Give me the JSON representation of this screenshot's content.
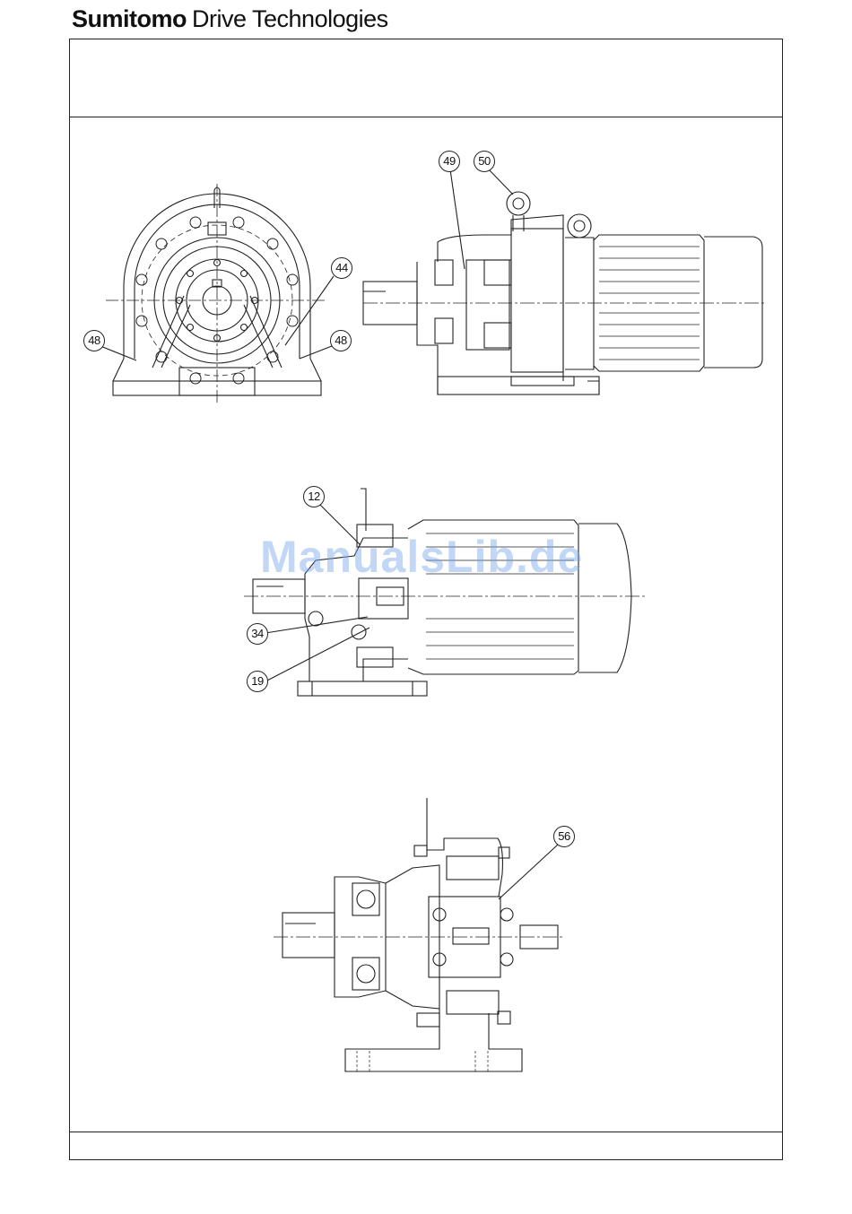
{
  "header": {
    "brand_bold": "Sumitomo",
    "brand_regular": "Drive Technologies"
  },
  "watermark": "ManualsLib.de",
  "drawing_1": {
    "callouts": {
      "c48_left": "48",
      "c48_right": "48",
      "c44": "44",
      "c49": "49",
      "c50": "50"
    }
  },
  "drawing_2": {
    "callouts": {
      "c12": "12",
      "c34": "34",
      "c19": "19"
    }
  },
  "drawing_3": {
    "callouts": {
      "c56": "56"
    }
  }
}
